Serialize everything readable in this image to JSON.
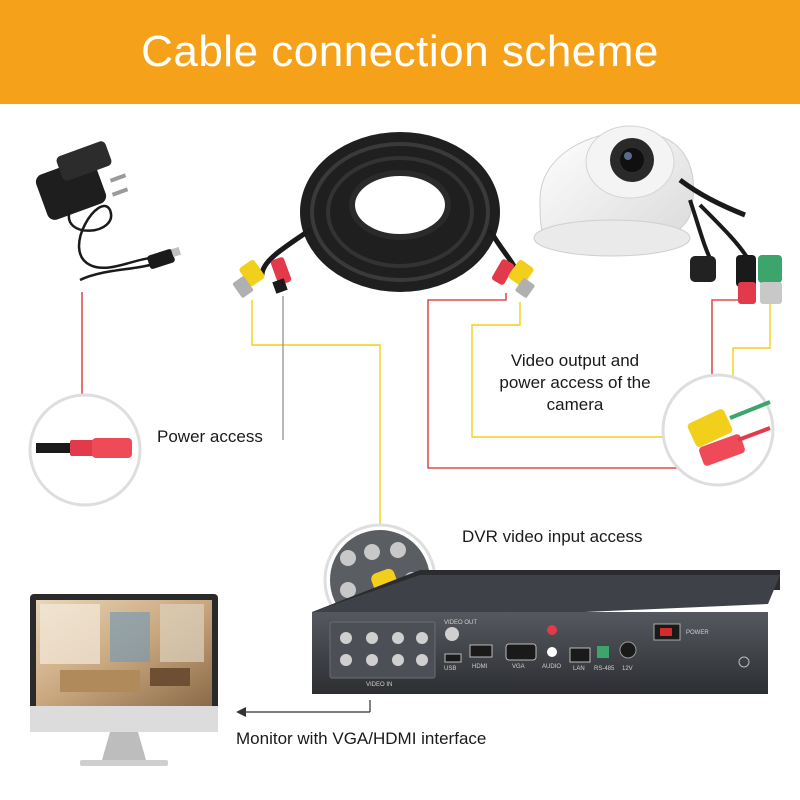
{
  "banner": {
    "title": "Cable connection scheme"
  },
  "labels": {
    "power_access": "Power access",
    "camera_output": "Video output and power access of the camera",
    "dvr_input": "DVR video input access",
    "monitor": "Monitor with VGA/HDMI interface"
  },
  "dvr_panel": {
    "video_in": "VIDEO IN",
    "video_out": "VIDEO OUT",
    "usb": "USB",
    "hdmi": "HDMI",
    "vga": "VGA",
    "audio": "AUDIO",
    "lan": "LAN",
    "rs485": "RS-485",
    "dc12v": "12V",
    "power": "POWER"
  },
  "colors": {
    "banner": "#f5a21a",
    "red_wire": "#d62b2b",
    "yellow_wire": "#f2cf1b",
    "dvr_body": "#3c3f44"
  },
  "icons": [
    "power-adapter-icon",
    "cable-coil-icon",
    "dome-camera-icon",
    "dvr-recorder-icon",
    "monitor-icon"
  ]
}
